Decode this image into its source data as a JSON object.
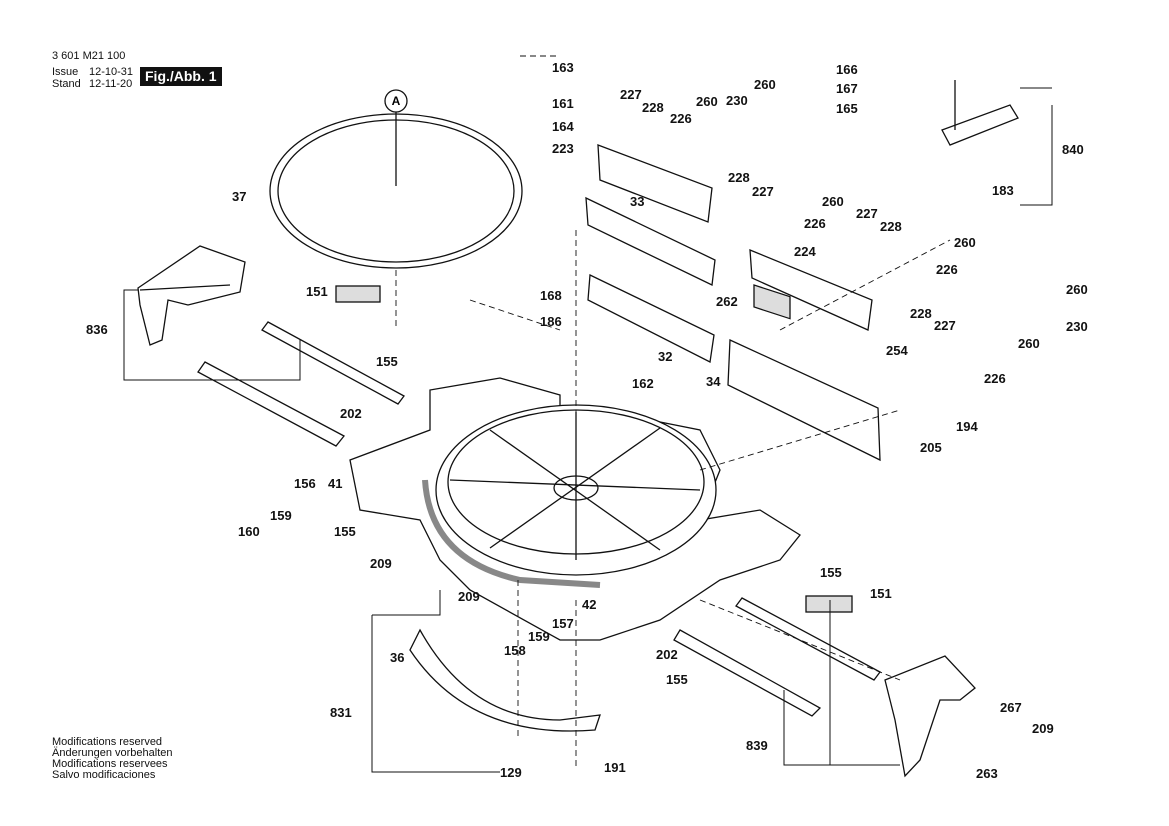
{
  "header": {
    "part_number": "3 601 M21 100",
    "issue_label": "Issue",
    "issue_date": "12-10-31",
    "stand_label": "Stand",
    "stand_date": "12-11-20",
    "figure_label": "Fig./Abb. 1"
  },
  "footer": {
    "notes": [
      "Modifications reserved",
      "Änderungen vorbehalten",
      "Modifications reservees",
      "Salvo modificaciones"
    ]
  },
  "detail_marker": "A",
  "callouts": {
    "c37": "37",
    "c836": "836",
    "c151a": "151",
    "c151b": "151",
    "c155a": "155",
    "c155b": "155",
    "c155c": "155",
    "c155d": "155",
    "c202a": "202",
    "c202b": "202",
    "c156": "156",
    "c41": "41",
    "c159a": "159",
    "c159b": "159",
    "c160": "160",
    "c209a": "209",
    "c209b": "209",
    "c209c": "209",
    "c36": "36",
    "c831": "831",
    "c129": "129",
    "c191": "191",
    "c158": "158",
    "c157": "157",
    "c42": "42",
    "c839": "839",
    "c267": "267",
    "c263": "263",
    "c163": "163",
    "c161": "161",
    "c164": "164",
    "c223": "223",
    "c227a": "227",
    "c228a": "228",
    "c226a": "226",
    "c260a": "260",
    "c230a": "230",
    "c166": "166",
    "c167": "167",
    "c165": "165",
    "c260b": "260",
    "c33": "33",
    "c228b": "228",
    "c227b": "227",
    "c260c": "260",
    "c226b": "226",
    "c227c": "227",
    "c228c": "228",
    "c260d": "260",
    "c224": "224",
    "c226c": "226",
    "c168": "168",
    "c186": "186",
    "c162": "162",
    "c32": "32",
    "c262": "262",
    "c254": "254",
    "c228d": "228",
    "c227d": "227",
    "c260e": "260",
    "c226d": "226",
    "c34": "34",
    "c205": "205",
    "c194": "194",
    "c260f": "260",
    "c230b": "230",
    "c840": "840",
    "c183": "183"
  },
  "colors": {
    "ink": "#111111",
    "shade": "#c8c8c8",
    "paper": "#ffffff"
  }
}
